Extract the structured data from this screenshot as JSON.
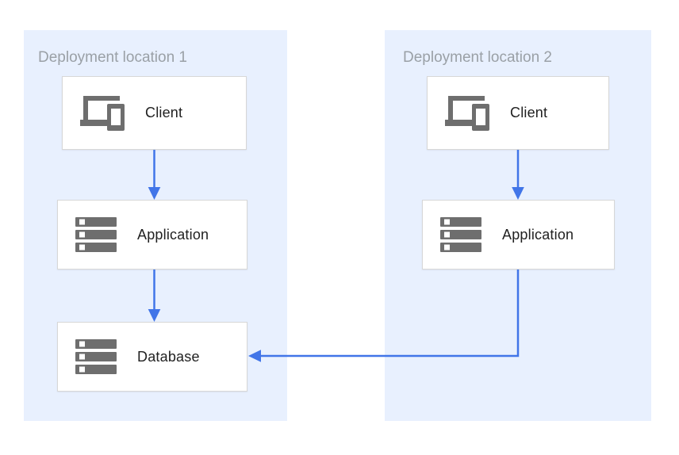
{
  "regions": {
    "loc1": {
      "title": "Deployment location 1"
    },
    "loc2": {
      "title": "Deployment location 2"
    }
  },
  "nodes": {
    "client1": {
      "label": "Client",
      "icon": "devices-icon",
      "region": "loc1"
    },
    "app1": {
      "label": "Application",
      "icon": "server-stack-icon",
      "region": "loc1"
    },
    "db1": {
      "label": "Database",
      "icon": "server-stack-icon",
      "region": "loc1"
    },
    "client2": {
      "label": "Client",
      "icon": "devices-icon",
      "region": "loc2"
    },
    "app2": {
      "label": "Application",
      "icon": "server-stack-icon",
      "region": "loc2"
    }
  },
  "connections": [
    {
      "from": "client1",
      "to": "app1"
    },
    {
      "from": "app1",
      "to": "db1"
    },
    {
      "from": "client2",
      "to": "app2"
    },
    {
      "from": "app2",
      "to": "db1"
    }
  ],
  "colors": {
    "arrow": "#4175e8",
    "region-bg": "#e8f0fe",
    "node-border": "#d7d7d7",
    "icon-gray": "#6e6e6e",
    "title-text": "#9aa0a6",
    "label-text": "#212121"
  }
}
